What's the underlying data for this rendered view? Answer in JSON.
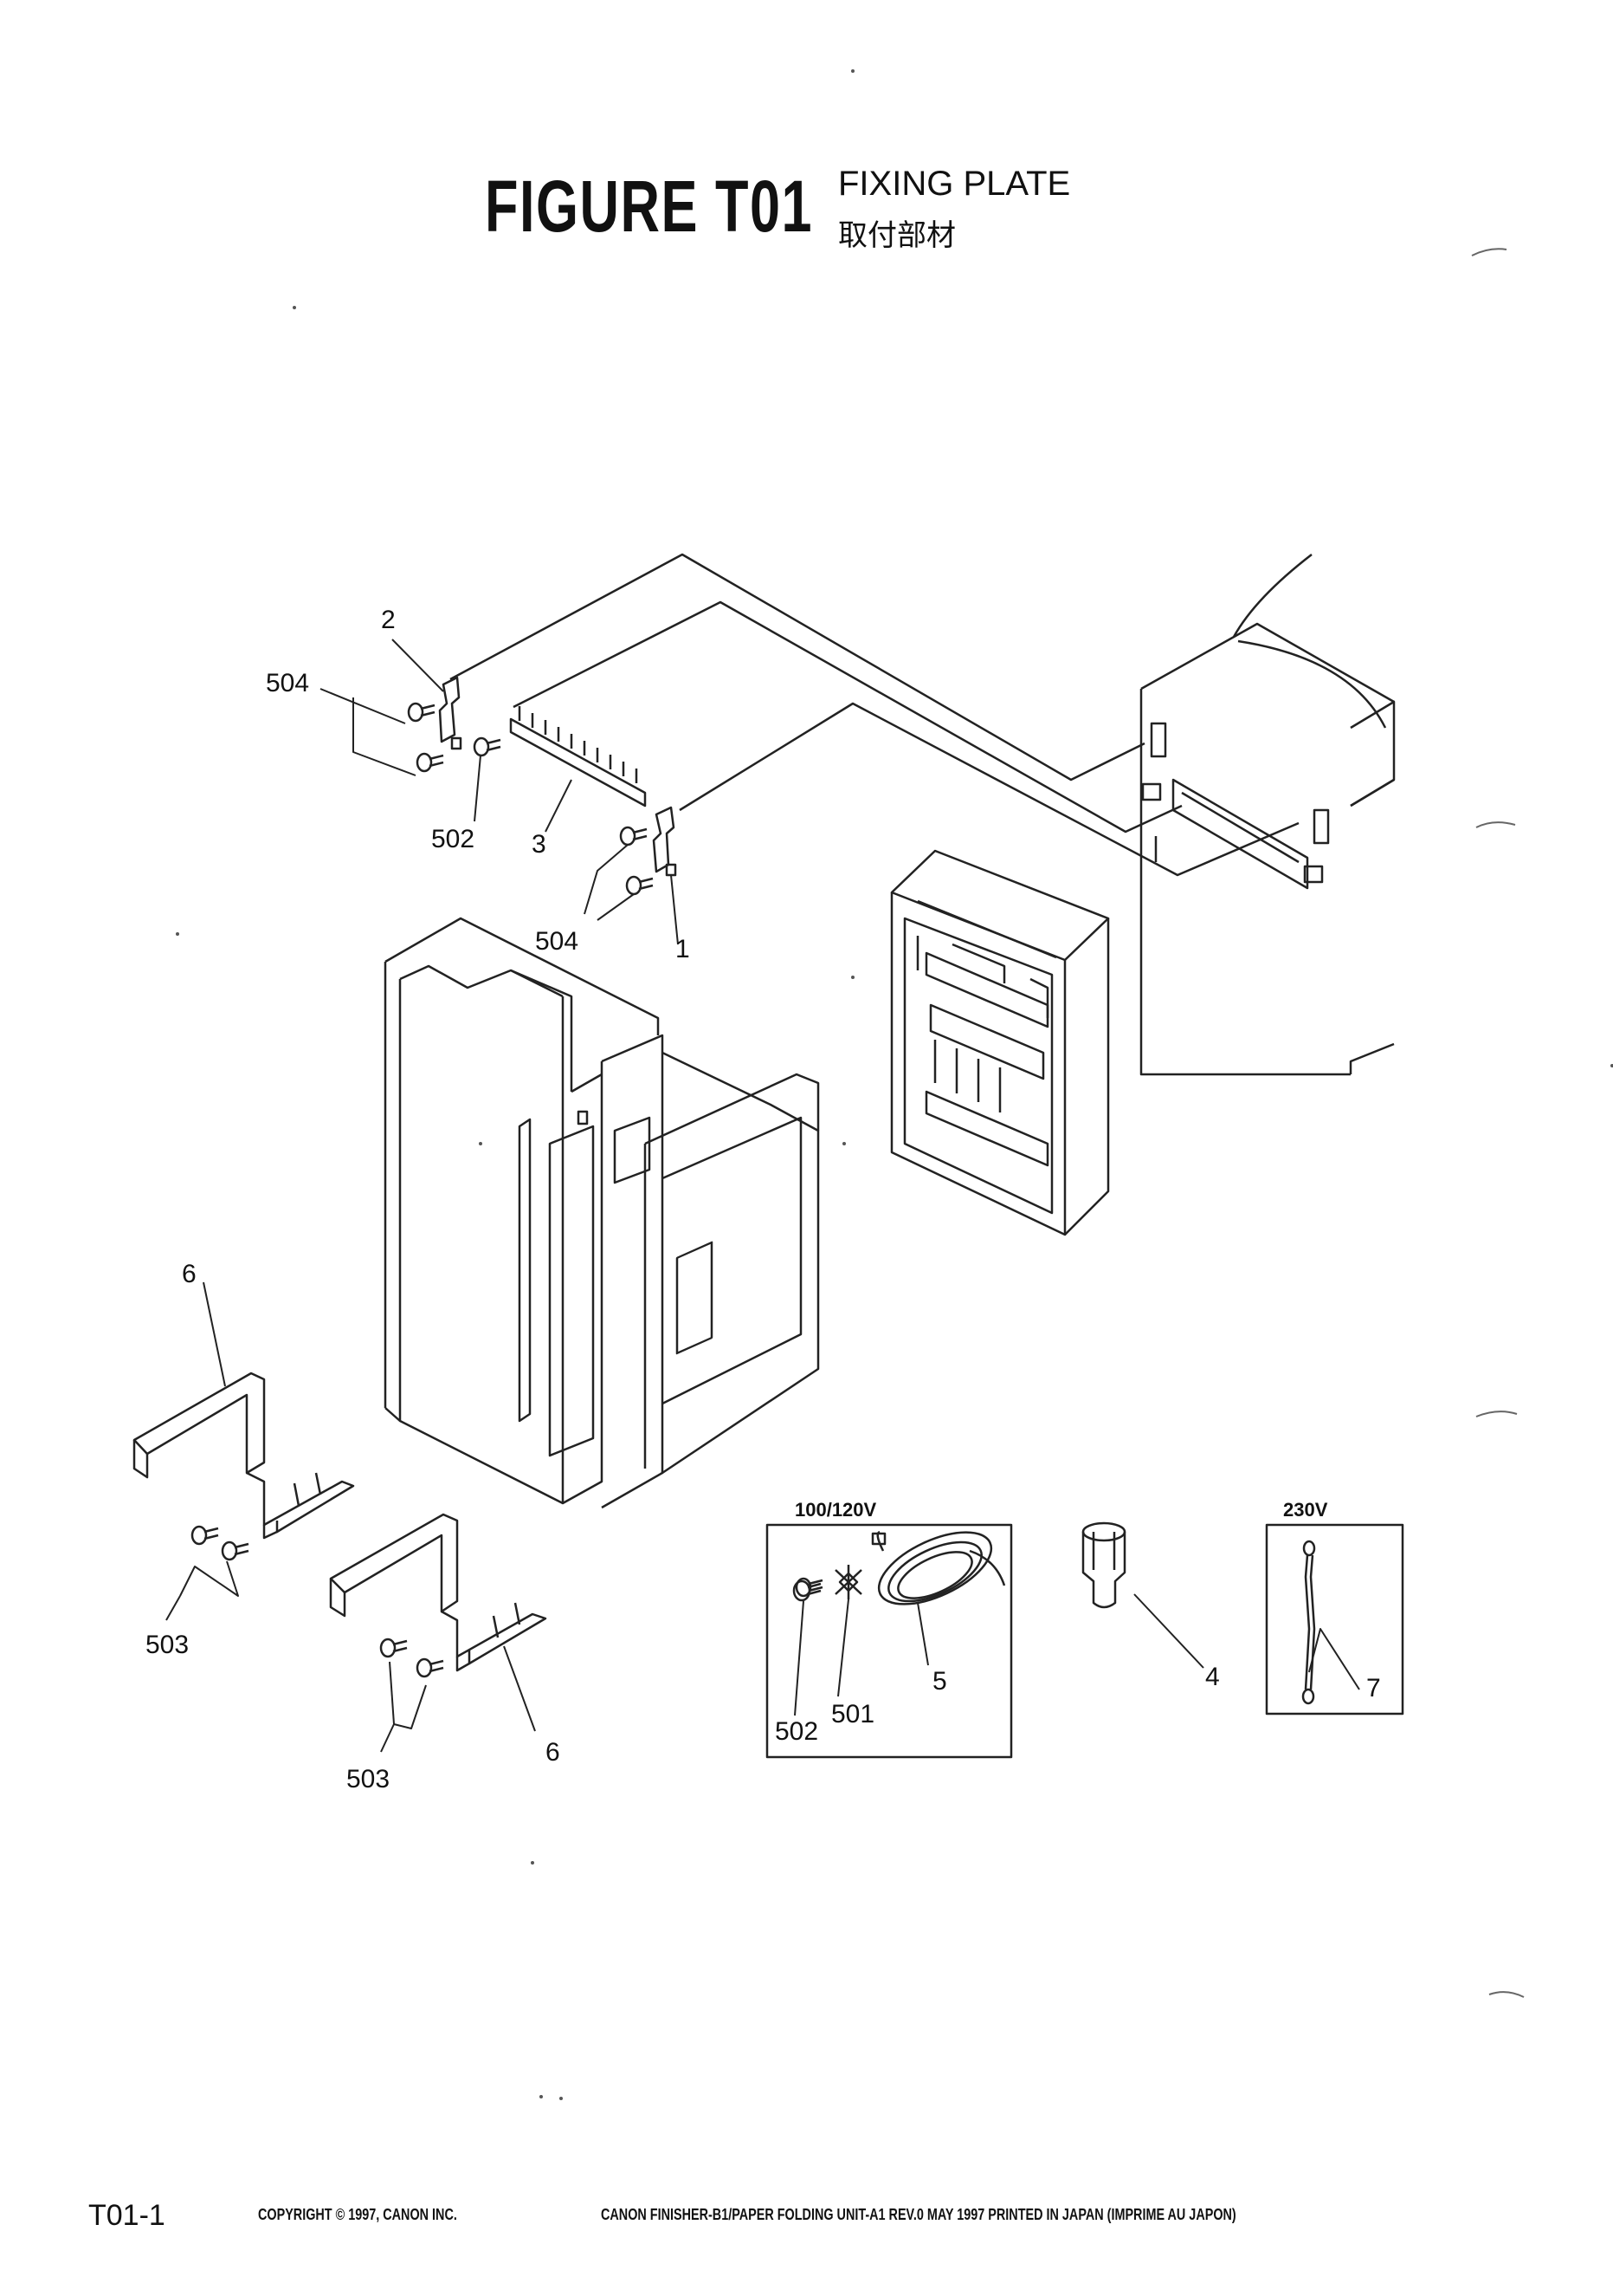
{
  "header": {
    "figure_title": "FIGURE  T01",
    "subtitle_en": "FIXING PLATE",
    "subtitle_jp": "取付部材"
  },
  "callouts": {
    "c2": "2",
    "c504_top": "504",
    "c502_top": "502",
    "c3": "3",
    "c504_mid": "504",
    "c1": "1",
    "c6_left": "6",
    "c503_left": "503",
    "c6_right": "6",
    "c503_right": "503",
    "c502_box": "502",
    "c501": "501",
    "c5": "5",
    "c4": "4",
    "c7": "7"
  },
  "boxes": {
    "box_100_120": "100/120V",
    "box_230": "230V"
  },
  "footer": {
    "page_id": "T01-1",
    "copyright": "COPYRIGHT © 1997, CANON INC.",
    "doc_info": "CANON FINISHER-B1/PAPER FOLDING UNIT-A1 REV.0 MAY 1997 PRINTED IN JAPAN (IMPRIME AU JAPON)"
  }
}
